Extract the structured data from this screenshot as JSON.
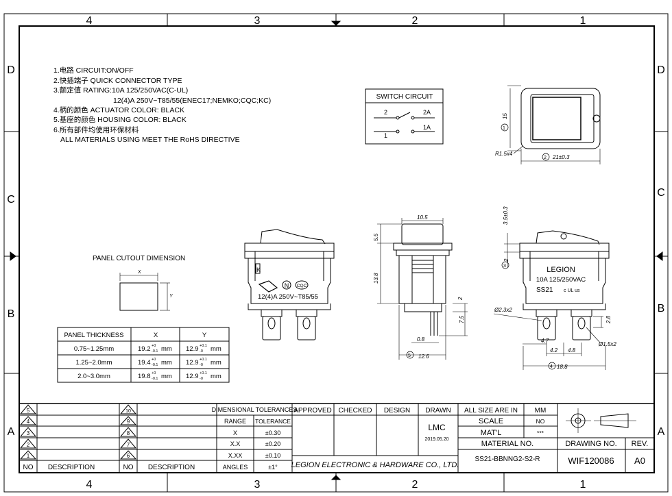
{
  "frame": {
    "zones_top": [
      "4",
      "3",
      "2",
      "1"
    ],
    "zones_bottom": [
      "4",
      "3",
      "2",
      "1"
    ],
    "rows_left": [
      "D",
      "C",
      "B",
      "A"
    ],
    "rows_right": [
      "D",
      "C",
      "B",
      "A"
    ]
  },
  "notes": [
    "1.电路  CIRCUIT:ON/OFF",
    "2.快插端子 QUICK CONNECTOR TYPE",
    "3.额定值 RATING:10A 125/250VAC(C-UL)",
    "12(4)A 250V~T85/55(ENEC17;NEMKO;CQC;KC)",
    "4.柄的颜色 ACTUATOR COLOR: BLACK",
    "5.基座的颜色 HOUSING COLOR: BLACK",
    "6.所有部件均使用环保材料",
    "ALL MATERIALS USING MEET THE RoHS DIRECTIVE"
  ],
  "switch_circuit": {
    "title": "SWITCH CIRCUIT",
    "t2": "2",
    "t2a": "2A",
    "t1": "1",
    "t1a": "1A"
  },
  "panel_cutout": {
    "title": "PANEL CUTOUT DIMENSION",
    "x": "X",
    "y": "Y",
    "headers": [
      "PANEL THICKNESS",
      "X",
      "Y"
    ],
    "rows": [
      {
        "thk": "0.75~1.25mm",
        "x": "19.2",
        "y": "12.9"
      },
      {
        "thk": "1.25~2.0mm",
        "x": "19.4",
        "y": "12.9"
      },
      {
        "thk": "2.0~3.0mm",
        "x": "19.8",
        "y": "12.9"
      }
    ],
    "x_tol_up": "+0",
    "x_tol_dn": "-0.1",
    "y_tol_up": "+0.1",
    "y_tol_dn": "-0",
    "unit": "mm"
  },
  "front_view": {
    "rating": "12(4)A  250V~T85/55",
    "cqc": "CQC",
    "n_mark": "N",
    "k_mark": "K"
  },
  "side_view": {
    "d_top": "10.5",
    "d_55": "5.5",
    "d_138": "13.8",
    "d_2": "2",
    "d_75": "7.5",
    "d_08": "0.8",
    "d_126": "12.6",
    "c5": "5"
  },
  "right_view": {
    "brand": "LEGION",
    "rating": "10A 125/250VAC",
    "model": "SS21",
    "ul": "c UL us",
    "d_35": "3.5±0.3",
    "d_2": "2",
    "hole_a": "Ø2.3x2",
    "hole_b": "Ø1.5x2",
    "d_28": "2.8",
    "d_47": "4.7",
    "d_42": "4.2",
    "d_48": "4.8",
    "d_188": "18.8",
    "c3": "3",
    "c4": "4"
  },
  "top_view": {
    "d_15": "15",
    "d_21": "21±0.3",
    "r": "R1.5x4",
    "c1": "1",
    "c2": "2"
  },
  "title_block": {
    "rev_nums": [
      "5",
      "4",
      "3",
      "2",
      "1"
    ],
    "rev_nums_b": [
      "10",
      "9",
      "8",
      "7",
      "6"
    ],
    "no": "NO",
    "desc": "DESCRIPTION",
    "tol_title": "DIMENSIONAL TOLERANCES",
    "range": "RANGE",
    "tolerance": "TOLERANCE",
    "tol_rows": [
      {
        "r": "X",
        "t": "±0.30"
      },
      {
        "r": "X.X",
        "t": "±0.20"
      },
      {
        "r": "X.XX",
        "t": "±0.10"
      },
      {
        "r": "ANGLES",
        "t": "±1°"
      }
    ],
    "approved": "APPROVED",
    "checked": "CHECKED",
    "design": "DESIGN",
    "drawn": "DRAWN",
    "drawn_by": "LMC",
    "drawn_date": "2019.05.20",
    "company": "LEGION ELECTRONIC & HARDWARE CO., LTD.",
    "all_size": "ALL SIZE ARE IN",
    "mm": "MM",
    "scale": "SCALE",
    "scale_v": "NO",
    "mat": "MAT'L",
    "mat_v": "***",
    "material_no": "MATERIAL NO.",
    "material_no_v": "SS21-BBNNG2-S2-R",
    "drawing_no": "DRAWING NO.",
    "drawing_no_v": "WIF120086",
    "rev": "REV.",
    "rev_v": "A0"
  }
}
